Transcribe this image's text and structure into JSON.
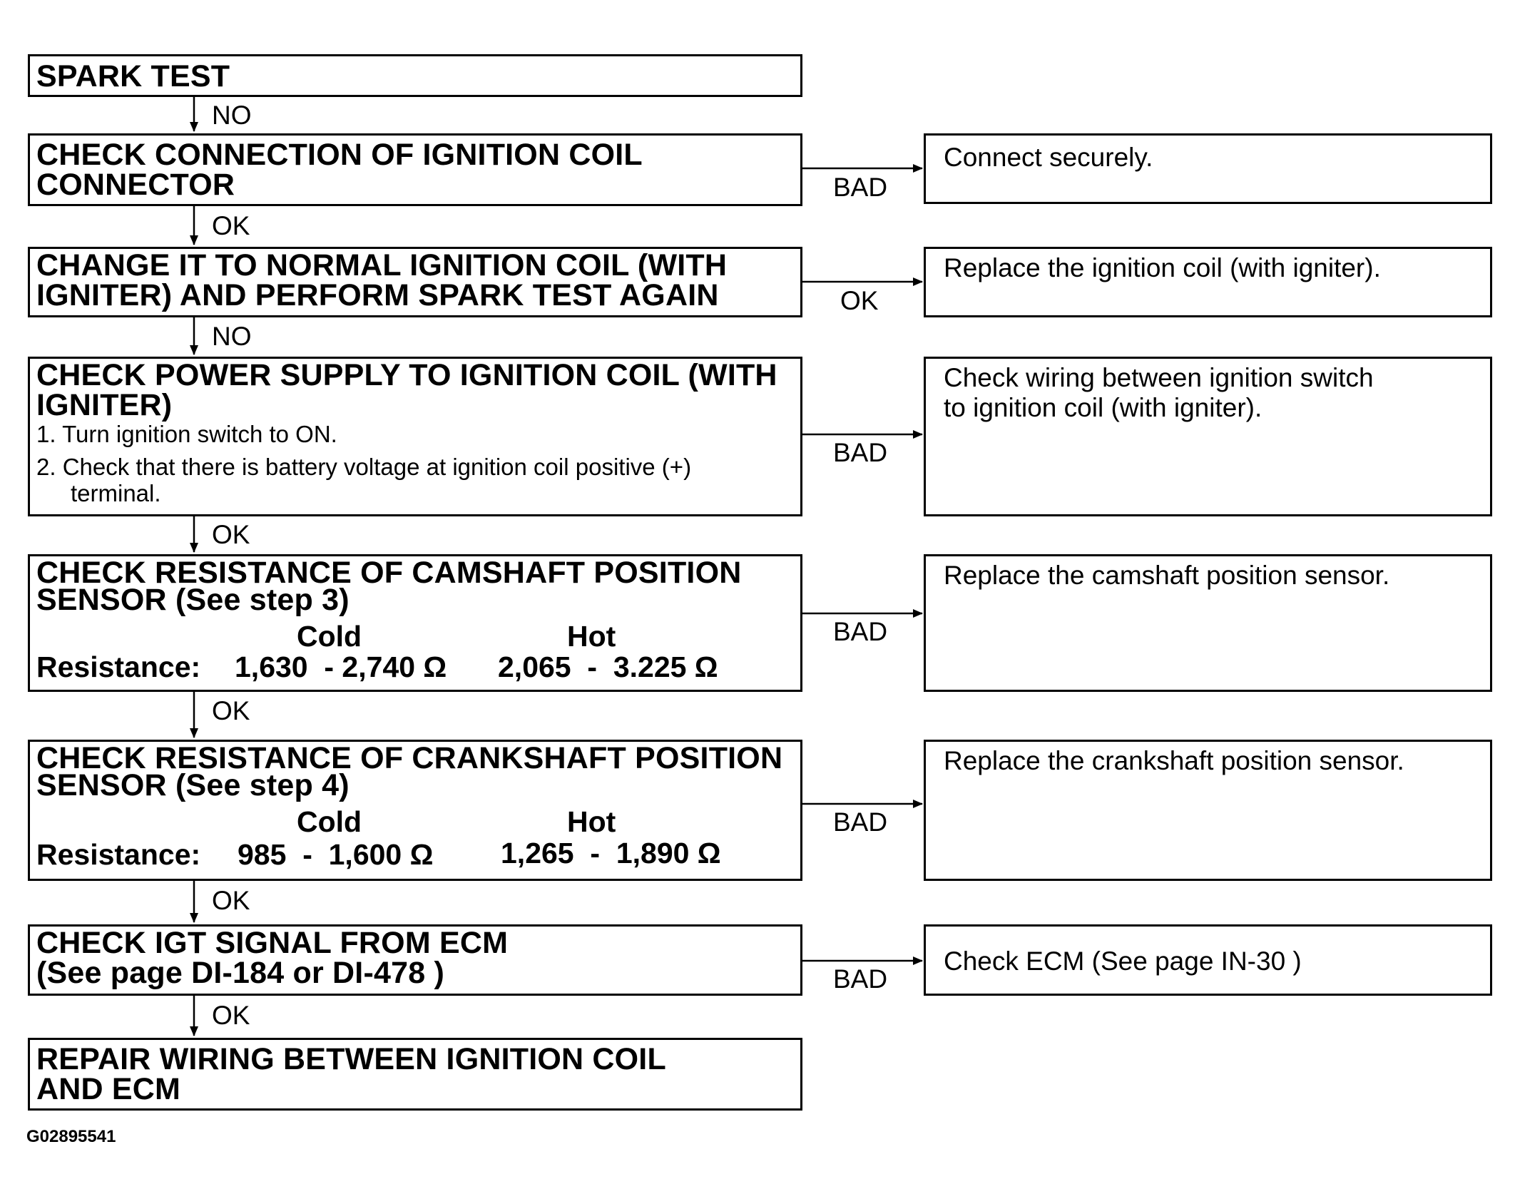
{
  "steps": [
    {
      "title": "SPARK TEST"
    },
    {
      "title_l1": "CHECK CONNECTION OF IGNITION COIL",
      "title_l2": "CONNECTOR"
    },
    {
      "title_l1": "CHANGE IT TO NORMAL IGNITION COIL (WITH",
      "title_l2": "IGNITER) AND PERFORM SPARK TEST AGAIN"
    },
    {
      "title_l1": "CHECK POWER SUPPLY TO IGNITION COIL (WITH",
      "title_l2": "IGNITER)",
      "sub1": "1. Turn ignition switch to ON.",
      "sub2a": "2. Check that there is battery voltage at ignition coil positive (+)",
      "sub2b": "terminal."
    },
    {
      "title_l1": "CHECK RESISTANCE OF CAMSHAFT POSITION",
      "title_l2": "SENSOR (See step 3)",
      "cold": "Cold",
      "hot": "Hot",
      "res_label": "Resistance:",
      "cold_val": "1,630  - 2,740 Ω",
      "hot_val": "2,065  -  3.225 Ω"
    },
    {
      "title_l1": "CHECK RESISTANCE OF CRANKSHAFT POSITION",
      "title_l2": "SENSOR (See step 4)",
      "cold": "Cold",
      "hot": "Hot",
      "res_label": "Resistance:",
      "cold_val": "985  -  1,600 Ω",
      "hot_val": "1,265  -  1,890 Ω"
    },
    {
      "title_l1": "CHECK IGT SIGNAL FROM ECM",
      "title_l2": "(See page DI-184  or DI-478 )"
    },
    {
      "title_l1": "REPAIR WIRING BETWEEN IGNITION COIL",
      "title_l2": "AND ECM"
    }
  ],
  "down_labels": [
    "NO",
    "OK",
    "NO",
    "OK",
    "OK",
    "OK",
    "OK"
  ],
  "side_labels": [
    "BAD",
    "OK",
    "BAD",
    "BAD",
    "BAD",
    "BAD"
  ],
  "results": [
    "Connect securely.",
    "Replace the ignition coil (with igniter).",
    {
      "l1": "Check wiring between ignition switch",
      "l2": "to ignition coil (with igniter)."
    },
    "Replace the camshaft position sensor.",
    "Replace the crankshaft position sensor.",
    "Check ECM (See page IN-30 )"
  ],
  "figure_id": "G02895541"
}
